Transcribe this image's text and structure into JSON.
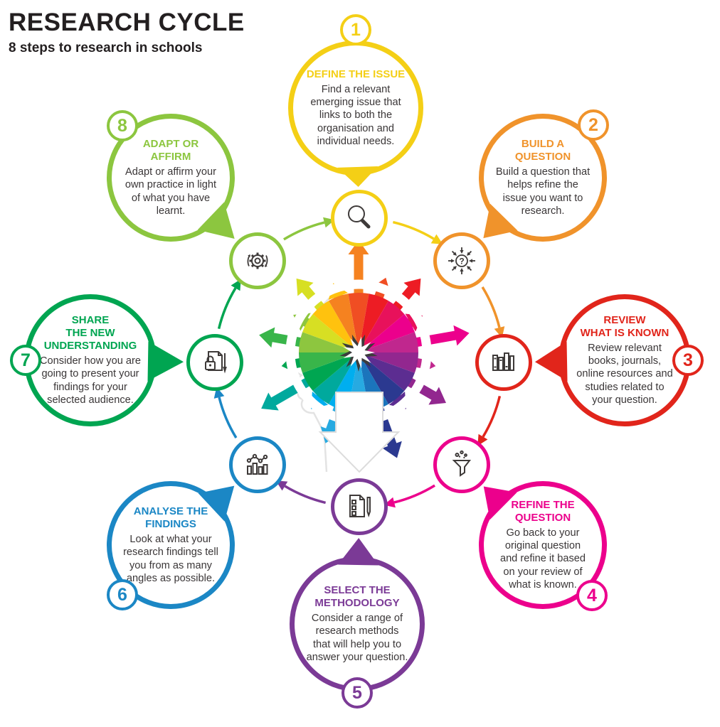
{
  "page": {
    "title": "RESEARCH CYCLE",
    "subtitle": "8 steps to research in schools"
  },
  "palette": {
    "ink": "#231F20",
    "body_text": "#3A3637",
    "icon_line": "#3E3A39"
  },
  "steps": [
    {
      "number": "1",
      "heading": "DEFINE THE ISSUE",
      "body": "Find a relevant emerging issue that links to both the organisation and individual needs.",
      "color": "#F4CF16",
      "icon": "search-icon"
    },
    {
      "number": "2",
      "heading": "BUILD A QUESTION",
      "body": "Build a question that helps refine the issue you want to research.",
      "color": "#F0932B",
      "icon": "converging-question-icon"
    },
    {
      "number": "3",
      "heading": "REVIEW\nWHAT IS KNOWN",
      "body": "Review relevant books, journals, online resources and studies related to your question.",
      "color": "#E1251B",
      "icon": "books-icon"
    },
    {
      "number": "4",
      "heading": "REFINE THE\nQUESTION",
      "body": "Go back to your original question and refine it based on your review of what is known.",
      "color": "#EC008C",
      "icon": "funnel-icon"
    },
    {
      "number": "5",
      "heading": "SELECT THE\nMETHODOLOGY",
      "body": "Consider a range of research methods that will help you to answer your question.",
      "color": "#7B3A96",
      "icon": "checklist-pen-icon"
    },
    {
      "number": "6",
      "heading": "ANALYSE THE\nFINDINGS",
      "body": "Look at what your research findings tell you from as many angles as possible.",
      "color": "#1B87C5",
      "icon": "bar-line-chart-icon"
    },
    {
      "number": "7",
      "heading": "SHARE\nTHE NEW\nUNDERSTANDING",
      "body": "Consider how you are going to present your findings for your selected audience.",
      "color": "#00A551",
      "icon": "locked-document-pen-icon"
    },
    {
      "number": "8",
      "heading": "ADAPT OR AFFIRM",
      "body": "Adapt or affirm your own practice in light of what you have learnt.",
      "color": "#8CC63F",
      "icon": "gear-cycle-icon"
    }
  ],
  "center_art": {
    "burst_colors": [
      "#F58220",
      "#F04E23",
      "#ED1C24",
      "#E8115B",
      "#EC008C",
      "#C0278E",
      "#92278F",
      "#5C2D91",
      "#2B3990",
      "#1B75BC",
      "#27AAE1",
      "#00AEEF",
      "#00A99D",
      "#00A651",
      "#39B54A",
      "#8DC63F",
      "#D7DF23",
      "#FFC20E"
    ]
  }
}
